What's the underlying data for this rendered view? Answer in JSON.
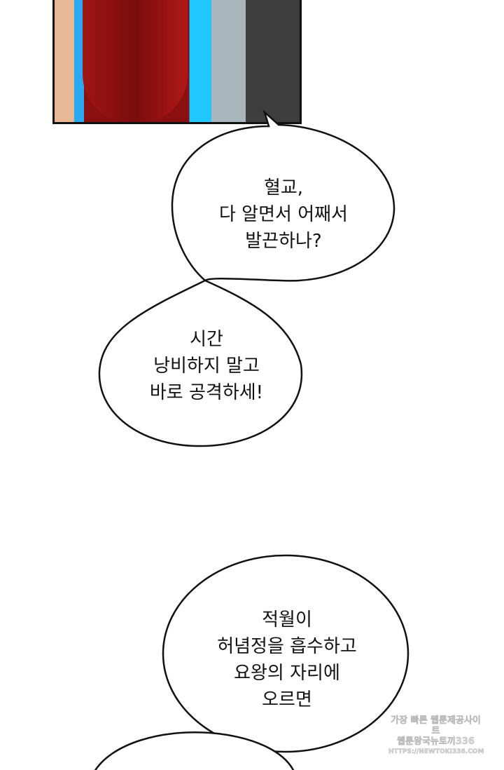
{
  "bubbles": [
    {
      "lines": [
        "혈교,",
        "다 알면서 어째서",
        "발끈하나?"
      ]
    },
    {
      "lines": [
        "시간",
        "낭비하지 말고",
        "바로 공격하세!"
      ]
    },
    {
      "lines": [
        "적월이",
        "허념정을 흡수하고",
        "요왕의 자리에",
        "오르면"
      ]
    }
  ],
  "watermark": {
    "line1": "가장 빠른 웹툰제공사이트",
    "line2": "웹툰왕국뉴토끼336",
    "url": "HTTPS://NEWTOKI336.COM"
  }
}
